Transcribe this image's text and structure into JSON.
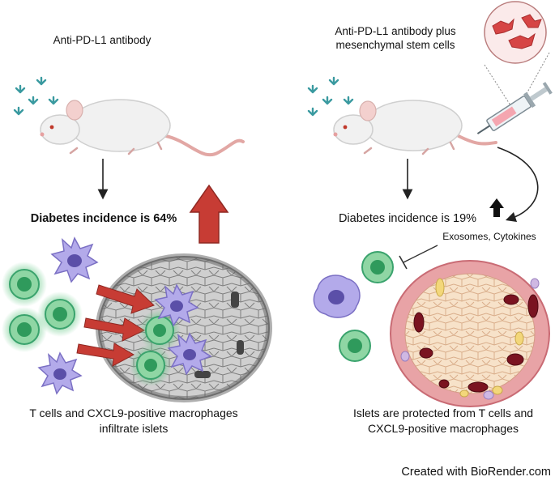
{
  "left_panel": {
    "title": "Anti-PD-L1 antibody",
    "incidence_text": "Diabetes incidence is 64%",
    "caption_line1": "T cells and CXCL9-positive macrophages",
    "caption_line2": "infiltrate islets"
  },
  "right_panel": {
    "title_line1": "Anti-PD-L1 antibody plus",
    "title_line2": "mesenchymal stem cells",
    "incidence_text": "Diabetes incidence is 19%",
    "factors_label": "Exosomes, Cytokines",
    "caption_line1": "Islets are protected from T cells and",
    "caption_line2": "CXCL9-positive macrophages"
  },
  "credit": "Created with BioRender.com",
  "colors": {
    "antibody": "#3a9aa0",
    "mouse_body": "#f1f1f1",
    "mouse_tail": "#e2a7a4",
    "big_arrow": "#c73c34",
    "tcell": "#3aa36d",
    "macrophage": "#9b90d8",
    "islet_gray": "#bdbdbd",
    "islet_protected": "#f6dfc6",
    "islet_rim": "#d97a82"
  },
  "icons": [
    "antibody-icon",
    "mouse-icon",
    "syringe-icon",
    "stem-cell-icon",
    "t-cell-icon",
    "macrophage-icon",
    "islet-icon",
    "up-arrow-icon",
    "down-arrow-icon",
    "inhibition-icon"
  ]
}
